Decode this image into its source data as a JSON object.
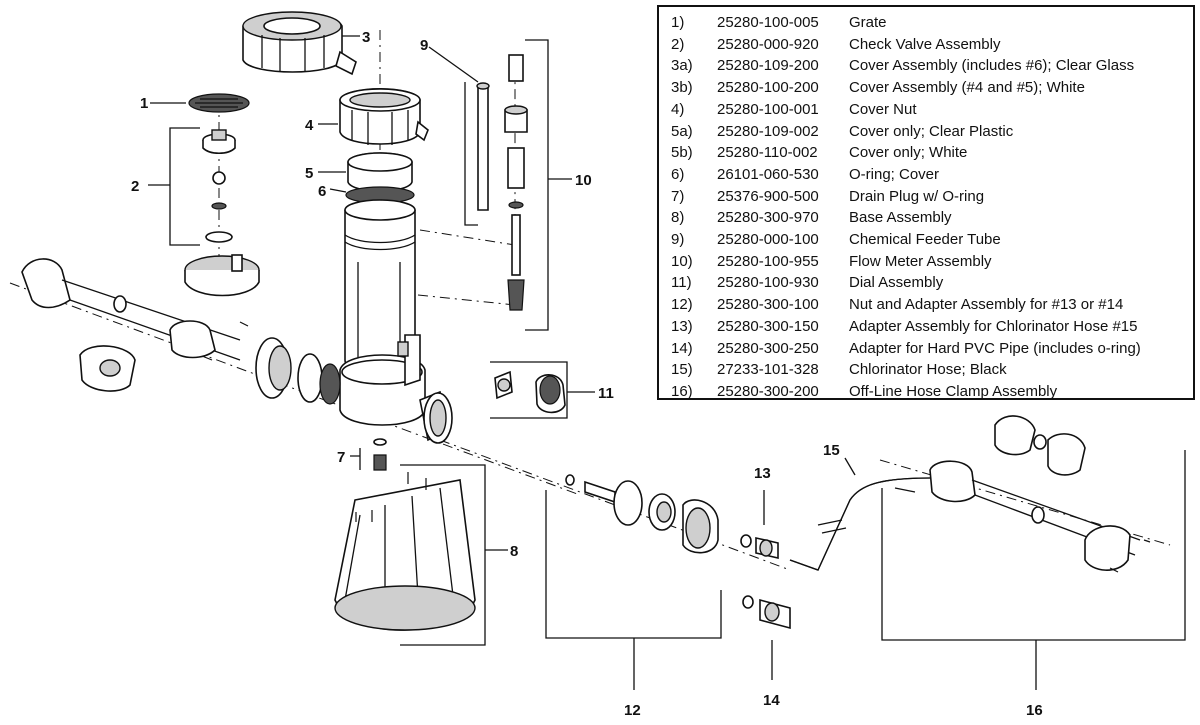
{
  "legend": [
    {
      "idx": "1)",
      "part": "25280-100-005",
      "desc": "Grate"
    },
    {
      "idx": "2)",
      "part": "25280-000-920",
      "desc": "Check Valve Assembly"
    },
    {
      "idx": "3a)",
      "part": "25280-109-200",
      "desc": "Cover Assembly (includes #6); Clear Glass"
    },
    {
      "idx": "3b)",
      "part": "25280-100-200",
      "desc": "Cover Assembly (#4 and #5); White"
    },
    {
      "idx": "4)",
      "part": "25280-100-001",
      "desc": "Cover Nut"
    },
    {
      "idx": "5a)",
      "part": "25280-109-002",
      "desc": "Cover only; Clear Plastic"
    },
    {
      "idx": "5b)",
      "part": "25280-110-002",
      "desc": "Cover only; White"
    },
    {
      "idx": "6)",
      "part": "26101-060-530",
      "desc": "O-ring; Cover"
    },
    {
      "idx": "7)",
      "part": "25376-900-500",
      "desc": "Drain Plug w/ O-ring"
    },
    {
      "idx": "8)",
      "part": "25280-300-970",
      "desc": "Base Assembly"
    },
    {
      "idx": "9)",
      "part": "25280-000-100",
      "desc": "Chemical Feeder Tube"
    },
    {
      "idx": "10)",
      "part": "25280-100-955",
      "desc": "Flow Meter Assembly"
    },
    {
      "idx": "11)",
      "part": "25280-100-930",
      "desc": "Dial Assembly"
    },
    {
      "idx": "12)",
      "part": "25280-300-100",
      "desc": "Nut and Adapter Assembly for #13 or #14"
    },
    {
      "idx": "13)",
      "part": "25280-300-150",
      "desc": "Adapter Assembly for Chlorinator Hose #15"
    },
    {
      "idx": "14)",
      "part": "25280-300-250",
      "desc": "Adapter for Hard PVC Pipe (includes o-ring)"
    },
    {
      "idx": "15)",
      "part": "27233-101-328",
      "desc": "Chlorinator Hose; Black"
    },
    {
      "idx": "16)",
      "part": "25280-300-200",
      "desc": "Off-Line Hose Clamp Assembly"
    }
  ],
  "callouts": {
    "c1": "1",
    "c2": "2",
    "c3": "3",
    "c4": "4",
    "c5": "5",
    "c6": "6",
    "c7": "7",
    "c8": "8",
    "c9": "9",
    "c10": "10",
    "c11": "11",
    "c12": "12",
    "c13": "13",
    "c14": "14",
    "c15": "15",
    "c16": "16"
  }
}
